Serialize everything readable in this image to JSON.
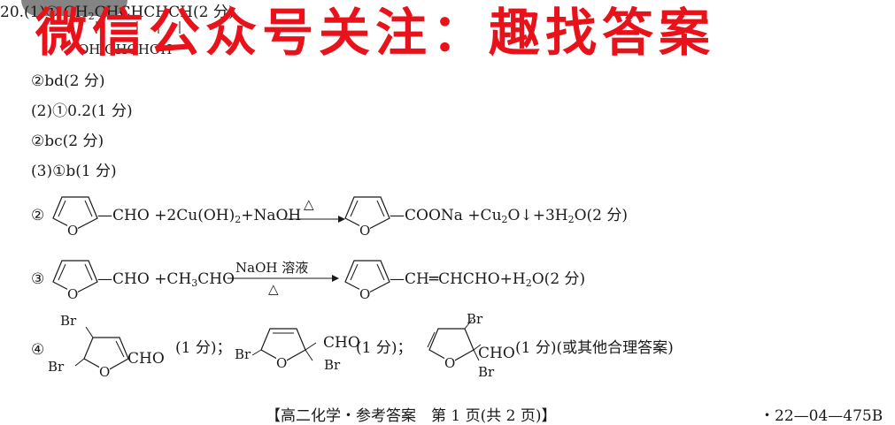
{
  "q20": {
    "line1_num": "20.",
    "line1_part": "(1)①",
    "line1_formula_a": "CH",
    "line1_formula_sub": "2",
    "line1_formula_b": "CHCHCHCH",
    "line1_score": "(2 分)",
    "line2_fragments": "OH OHOHOH",
    "l3": "②bd(2 分)",
    "l4": "(2)①0.2(1 分)",
    "l5": "②bc(2 分)",
    "l6": "(3)①b(1 分)"
  },
  "eq2": {
    "num": "②",
    "reactant_group": "—CHO",
    "plus_reagents_a": "+2Cu(OH)",
    "plus_reagents_sub": "2",
    "plus_reagents_b": "+NaOH",
    "arrow_cond": "△",
    "product_group": "—COONa",
    "plus_products_a": "+Cu",
    "plus_products_sub1": "2",
    "plus_products_b": "O↓+3H",
    "plus_products_sub2": "2",
    "plus_products_c": "O(2 分)",
    "ring_o": "O"
  },
  "eq3": {
    "num": "③",
    "reactant_group": "—CHO",
    "plus_reagent_a": "+CH",
    "plus_reagent_sub": "3",
    "plus_reagent_b": "CHO",
    "arrow_cond_top": "NaOH 溶液",
    "arrow_cond_bottom": "△",
    "product_group": "—CH═CHCHO+H",
    "product_sub": "2",
    "product_tail": "O(2 分)",
    "ring_o": "O"
  },
  "eq4": {
    "num": "④",
    "s1_br_top": "Br",
    "s1_br_bottom": "Br",
    "s1_cho": "CHO",
    "s1_score": "(1 分)；",
    "s2_br_left": "Br",
    "s2_cho": "CHO",
    "s2_br_bottom": "Br",
    "s2_score": "(1 分)；",
    "s3_br_top": "Br",
    "s3_cho": "CHO",
    "s3_br_bottom": "Br",
    "s3_score": "(1 分)(或其他合理答案)",
    "ring_o": "O"
  },
  "watermark": "微信公众号关注：趣找答案",
  "footer": {
    "center": "【高二化学・参考答案　第 1 页(共 2 页)】",
    "right": "・22—04—475B"
  },
  "colors": {
    "watermark": "#e8121b",
    "text": "#1a1a1a"
  }
}
